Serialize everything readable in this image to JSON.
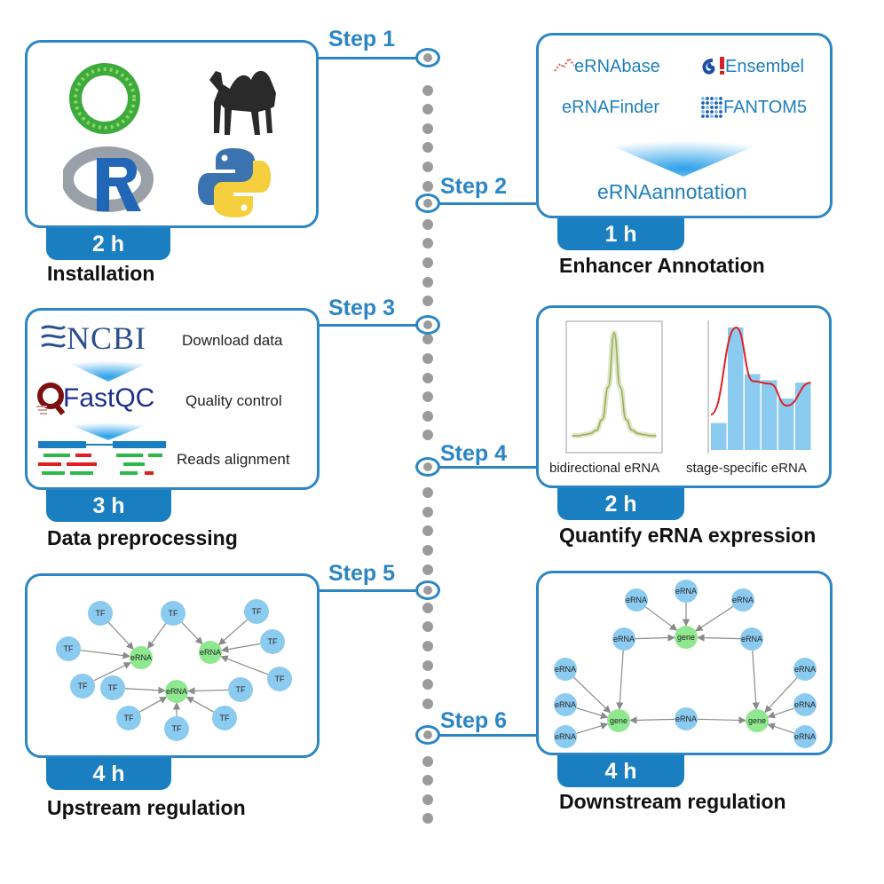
{
  "timeline": {
    "steps": [
      "Step 1",
      "Step 2",
      "Step 3",
      "Step 4",
      "Step 5",
      "Step 6"
    ],
    "line_color": "#2c86c4",
    "dot_color": "#9b9b9b"
  },
  "panels": {
    "installation": {
      "time": "2 h",
      "caption": "Installation",
      "icons": [
        "bioconda-ring-icon",
        "perl-camel-icon",
        "r-logo-icon",
        "python-logo-icon"
      ]
    },
    "annotation": {
      "time": "1 h",
      "caption": "Enhancer Annotation",
      "databases": [
        "eRNAbase",
        "Ensembel",
        "eRNAFinder",
        "FANTOM5"
      ],
      "result": "eRNAannotation"
    },
    "preprocessing": {
      "time": "3 h",
      "caption": "Data preprocessing",
      "tools": [
        "NCBI",
        "FastQC"
      ],
      "stages": [
        "Download data",
        "Quality control",
        "Reads alignment"
      ]
    },
    "quantify": {
      "time": "2 h",
      "caption": "Quantify eRNA expression",
      "plot_labels": [
        "bidirectional eRNA",
        "stage-specific eRNA"
      ]
    },
    "upstream": {
      "time": "4 h",
      "caption": "Upstream regulation",
      "tf_label": "TF",
      "erna_label": "eRNA"
    },
    "downstream": {
      "time": "4 h",
      "caption": "Downstream regulation",
      "erna_label": "eRNA",
      "gene_label": "gene"
    }
  },
  "colors": {
    "accent": "#2c86c4",
    "tab": "#1a7fc1",
    "tf_node": "#8ccbf0",
    "erna_node": "#8fe88f",
    "bar": "#8ccbf0",
    "curve": "#e02020"
  },
  "chart_data": [
    {
      "type": "line",
      "xlabel": "bidirectional eRNA",
      "series": [
        {
          "values": [
            0.05,
            0.05,
            0.06,
            0.07,
            0.1,
            0.2,
            0.5,
            1.0,
            0.5,
            0.2,
            0.1,
            0.07,
            0.06,
            0.05,
            0.05
          ]
        }
      ]
    },
    {
      "type": "bar",
      "xlabel": "stage-specific eRNA",
      "values": [
        0.22,
        1.0,
        0.62,
        0.57,
        0.42,
        0.55
      ]
    }
  ]
}
